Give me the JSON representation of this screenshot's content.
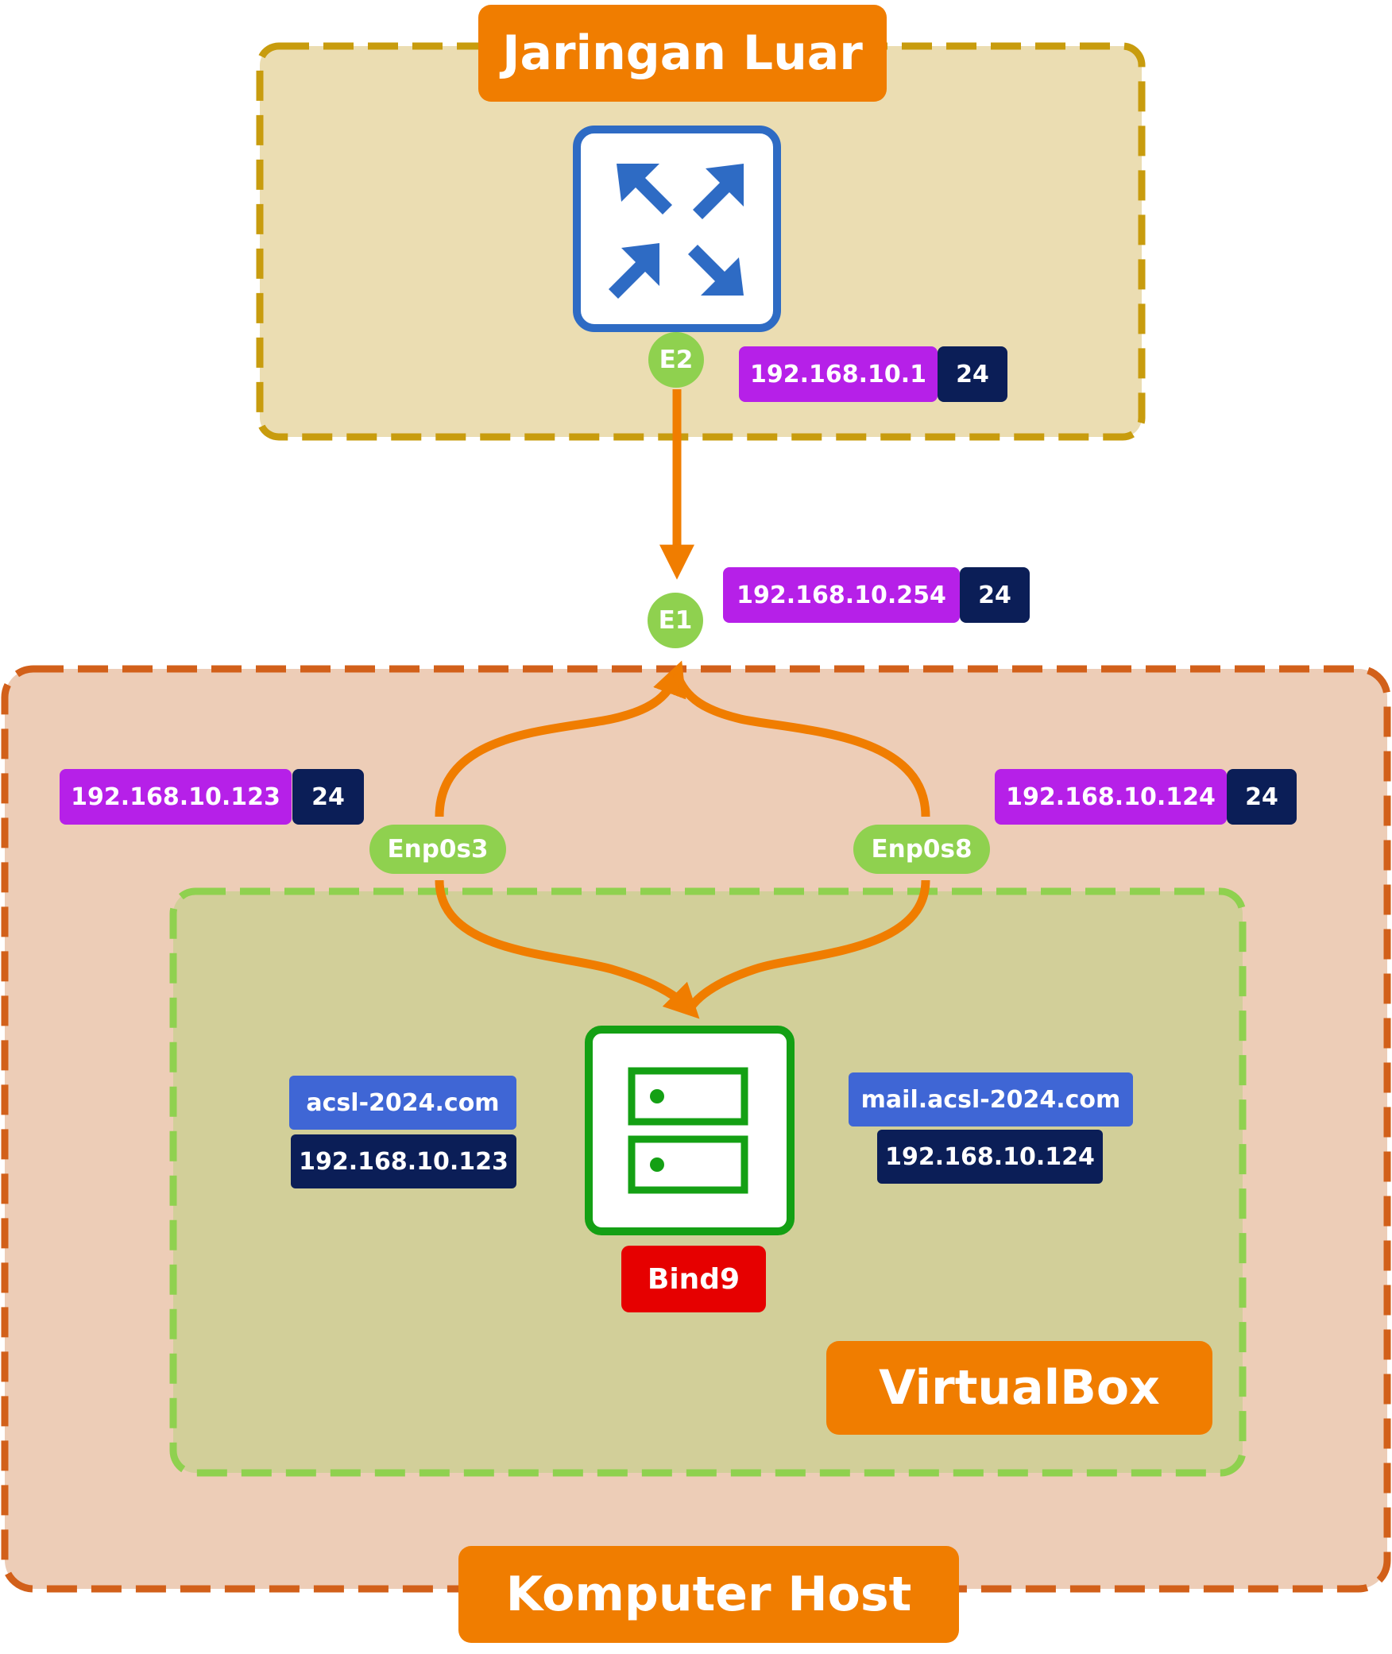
{
  "colors": {
    "orange": "#F07D00",
    "purple": "#B620E8",
    "navy": "#0B1E57",
    "green": "#8FD14F",
    "blue": "#3F66D5",
    "red": "#E60000",
    "outer_zone_fill": "#EBDDB2",
    "outer_zone_border": "#C89C0E",
    "host_zone_fill": "#EDCDB7",
    "host_zone_border": "#D2601A",
    "vbox_zone_fill": "#D2CF99",
    "vbox_zone_border": "#8FD14F",
    "router_icon": "#2E6BC4",
    "server_icon": "#14A014"
  },
  "zones": {
    "external": {
      "title": "Jaringan Luar"
    },
    "host": {
      "title": "Komputer Host"
    },
    "virtualbox": {
      "title": "VirtualBox"
    }
  },
  "router": {
    "icon": "router-icon",
    "interface": "E2",
    "ip": "192.168.10.1",
    "mask": "24"
  },
  "host_interface": {
    "interface": "E1",
    "ip": "192.168.10.254",
    "mask": "24"
  },
  "vm_interfaces": [
    {
      "interface": "Enp0s3",
      "ip": "192.168.10.123",
      "mask": "24"
    },
    {
      "interface": "Enp0s8",
      "ip": "192.168.10.124",
      "mask": "24"
    }
  ],
  "server": {
    "icon": "server-icon",
    "service": "Bind9"
  },
  "dns_records": [
    {
      "domain": "acsl-2024.com",
      "ip": "192.168.10.123"
    },
    {
      "domain": "mail.acsl-2024.com",
      "ip": "192.168.10.124"
    }
  ]
}
